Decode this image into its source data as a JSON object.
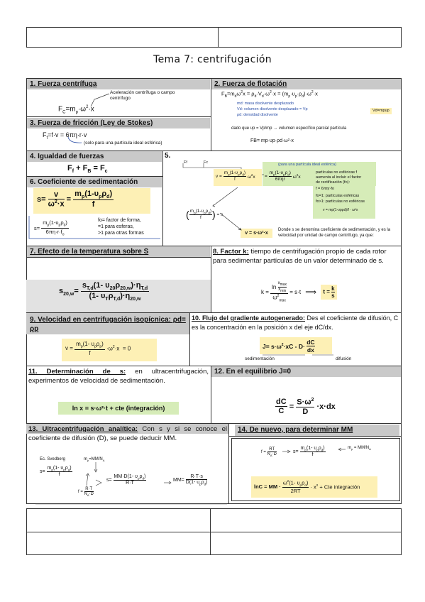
{
  "title": "Tema 7: centrifugación",
  "s1": {
    "header": "1. Fuerza centrífuga",
    "annotation": "Aceleración centrífuga o campo centrífugo",
    "formula": "FC=mp·ω²·x"
  },
  "s2": {
    "header": "2. Fuerza de flotación",
    "formula": "FB=mdω²·x = ρd·Vd·ω²·x = (mp·υp·ρd)·ω²·x",
    "legend": [
      "md: masa disolvente desplazado",
      "Vd: volumen disolvente desplazado = Vp",
      "ρd: densidad disolvente"
    ],
    "badge": "Vd=mpυp",
    "dado": "dado que υp = Vp/mp → volumen específico parcial partícula",
    "result": "FB= mp·υp·ρd·ω²·x"
  },
  "s3": {
    "header": "3. Fuerza de fricción (Ley de Stokes)",
    "formula": "Ff=f·v = 6πη·r·v",
    "note": "(solo para una partícula ideal esférica)"
  },
  "s4": {
    "header": "4. Igualdad de fuerzas",
    "formula": "Ff + FB = Fc"
  },
  "s5": {
    "header": "5.",
    "labels": {
      "ff": "Ff",
      "fc": "Fc"
    },
    "velocity": "v = mp(1-υpρd)/f · ω²x",
    "ideal": "(para una partícula ideal esférica)",
    "stokes": "= mp(1-υpρd)/6πηr · ω²x",
    "notes": [
      "partículas no esféricas f",
      "aumenta al incluir el factor",
      "de rectificación (fo):",
      "f = 6πηr·fo",
      "fo=1: partículas esféricas",
      "fo>1: partículas no esféricas"
    ],
    "s_def": "mp(1-υpρd)/f = s",
    "vs": "v = s·ω²·x",
    "donde": "Donde s se denomina coeficiente de sedimentación, y es la velocidad por unidad de campo centrífugo, ya que:",
    "bottom_formula": "v = mp(1-υpρd)/f · ω²x"
  },
  "s6": {
    "header": "6. Coeficiente de sedimentación",
    "formula": "s = v/(ω²·x) = mp(1-υpρd)/f",
    "formula2": "s = mp(1-υpρd)/(6πη·r·fo)",
    "notes": [
      "fo= factor de forma,",
      "=1 para esferas,",
      ">1 para otras formas"
    ]
  },
  "s7": {
    "header": "7. Efecto de la temperatura sobre S",
    "formula": "s20,w= sT,d(1-υ20ρ20,w)·ηT,d / (1-υTρT,d)·η20,w"
  },
  "s8": {
    "header": "8. Factor k:",
    "text": "tiempo de centrifugación propio de cada rotor para sedimentar partículas de un valor determinado de s.",
    "formula": "k = ln(xmax/xmin)/ω²max = s·t ⟹ t = k/s"
  },
  "s9": {
    "header": "9. Velocidad en centrifugación isopícnica: ρd= ρp",
    "formula": "v = mp(1-υp·ρp)/f · ω²·x = 0"
  },
  "s10": {
    "header": "10. Flujo del gradiente autogenerado:",
    "text": "Des el coeficiente de difusión, C es la concentración en la posición x del eje dC/dx.",
    "formula": "J= s·ω²·xC - D·dC/dx",
    "label_sed": "sedimentación",
    "label_dif": "difusión"
  },
  "s11": {
    "header": "11. Determinación de s:",
    "text": "en ultracentrifugación, experimentos de velocidad de sedimentación.",
    "formula": "ln x = s·ω²·t + cte (integración)"
  },
  "s12": {
    "header": "12. En el equilibrio J=0",
    "formula": "dC/C = S·ω²/D · x·dx"
  },
  "s13": {
    "header": "13. Ultracentrifugación analítica:",
    "text": "Con s y si se conoce el coeficiente de difusión (D), se puede deducir MM.",
    "svedberg": "Ec. Svedberg",
    "mp": "mp=MM/NA",
    "f": "f = RT/NA·D",
    "s": "s= mp(1-υpρd)/f",
    "s2": "s= MM·D(1-υpρd)/R·T",
    "mm": "MM= R·T·s / D(1-υpρd)"
  },
  "s14": {
    "header": "14. De nuevo, para determinar MM",
    "f": "f = RT/NA·D",
    "s": "s= mp(1-υpρd)/f",
    "mp": "mp = MM/NA",
    "formula": "lnC = MM · ω²(1-υpρd)/2RT · x² + Cte integración"
  }
}
